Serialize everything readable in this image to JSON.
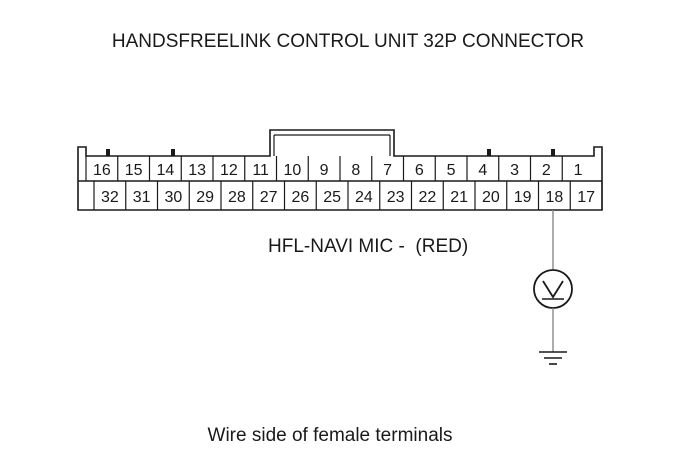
{
  "title": "HANDSFREELINK CONTROL UNIT 32P CONNECTOR",
  "connector": {
    "top_row": [
      "16",
      "15",
      "14",
      "13",
      "12",
      "11",
      "10",
      "9",
      "8",
      "7",
      "6",
      "5",
      "4",
      "3",
      "2",
      "1"
    ],
    "bottom_row": [
      "32",
      "31",
      "30",
      "29",
      "28",
      "27",
      "26",
      "25",
      "24",
      "23",
      "22",
      "21",
      "20",
      "19",
      "18",
      "17"
    ]
  },
  "wire_label": "HFL-NAVI MIC -  (RED)",
  "caption": "Wire side of female terminals",
  "colors": {
    "line": "#1a1a1a",
    "probe_wire": "#888888",
    "background": "#ffffff"
  },
  "icons": [
    "voltmeter-icon",
    "ground-icon"
  ]
}
